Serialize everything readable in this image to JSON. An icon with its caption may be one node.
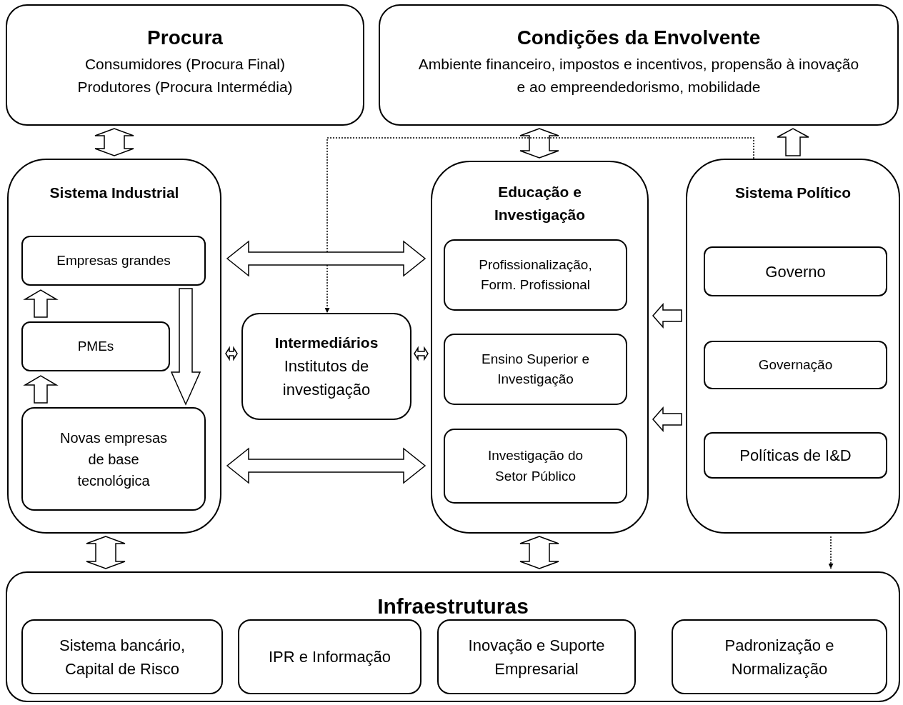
{
  "diagram": {
    "nodes": [
      {
        "text": [
          "Procura",
          "Consumidores (Procura Final)",
          "Produtores (Procura Intermédia)"
        ]
      },
      {
        "text": [
          "Condições da Envolvente",
          "Ambiente financeiro, impostos e incentivos, propensão à inovação e ao empreendedorismo, mobilidade"
        ]
      },
      {
        "text": [
          "Sistema Industrial"
        ]
      },
      {
        "text": [
          "Empresas grandes"
        ],
        "in": 2
      },
      {
        "text": [
          "PMEs"
        ],
        "in": 2
      },
      {
        "text": [
          "Novas empresas de base tecnológica"
        ],
        "in": 2
      },
      {
        "text": [
          "Intermediários",
          "Institutos de investigação"
        ]
      },
      {
        "text": [
          "Educação e Investigação"
        ]
      },
      {
        "text": [
          "Profissionalização, Form. Profissional"
        ],
        "in": 7
      },
      {
        "text": [
          "Ensino Superior e Investigação"
        ],
        "in": 7
      },
      {
        "text": [
          "Investigação do Setor Público"
        ],
        "in": 7
      },
      {
        "text": [
          "Sistema Político"
        ]
      },
      {
        "text": [
          "Governo"
        ],
        "in": 11
      },
      {
        "text": [
          "Governação"
        ],
        "in": 11
      },
      {
        "text": [
          "Políticas de I&D"
        ],
        "in": 11
      },
      {
        "text": [
          "Infraestruturas"
        ]
      },
      {
        "text": [
          "Sistema bancário, Capital de Risco"
        ],
        "in": 15
      },
      {
        "text": [
          "IPR e Informação"
        ],
        "in": 15
      },
      {
        "text": [
          "Inovação e Suporte Empresarial"
        ],
        "in": 15
      },
      {
        "text": [
          "Padronização e Normalização"
        ],
        "in": 15
      }
    ],
    "edges": [
      {
        "from": 0,
        "to": 2,
        "arrow": "both"
      },
      {
        "from": 1,
        "to": 7,
        "arrow": "both"
      },
      {
        "from": 11,
        "to": 1,
        "arrow": "to"
      },
      {
        "from": 11,
        "to": 6,
        "arrow": "to",
        "style": "dashed"
      },
      {
        "from": 2,
        "to": 7,
        "arrow": "both"
      },
      {
        "from": 2,
        "to": 7,
        "arrow": "both"
      },
      {
        "from": 4,
        "to": 3,
        "arrow": "to"
      },
      {
        "from": 5,
        "to": 4,
        "arrow": "to"
      },
      {
        "from": 3,
        "to": 5,
        "arrow": "to"
      },
      {
        "from": 2,
        "to": 6,
        "arrow": "both"
      },
      {
        "from": 6,
        "to": 7,
        "arrow": "both"
      },
      {
        "from": 11,
        "to": 7,
        "arrow": "to"
      },
      {
        "from": 11,
        "to": 7,
        "arrow": "to"
      },
      {
        "from": 2,
        "to": 15,
        "arrow": "both"
      },
      {
        "from": 7,
        "to": 15,
        "arrow": "both"
      },
      {
        "from": 11,
        "to": 15,
        "arrow": "to",
        "style": "dashed"
      }
    ]
  }
}
